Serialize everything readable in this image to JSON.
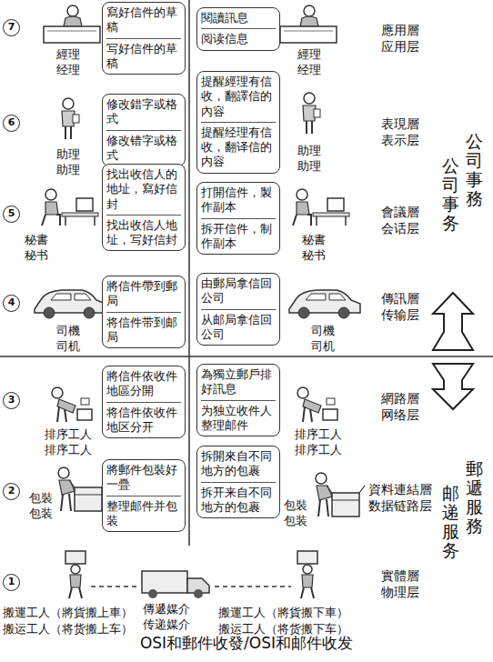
{
  "diagram": {
    "caption": "OSI和郵件收發/OSI和邮件收发",
    "nodes": [
      {
        "text": [
          "寫好信件的草稿",
          "写好信件的草稿"
        ]
      },
      {
        "text": [
          "閱讀訊息",
          "阅读信息"
        ]
      },
      {
        "text": [
          "修改錯字或格式",
          "修改错字或格式"
        ]
      },
      {
        "text": [
          "提醒經理有信收，翻譯信的內容",
          "提醒经理有信收，翻译信的内容"
        ]
      },
      {
        "text": [
          "找出收信人的地址，寫好信封",
          "找出收信人地址，写好信封"
        ]
      },
      {
        "text": [
          "打開信件，製作副本",
          "拆开信件，制作副本"
        ]
      },
      {
        "text": [
          "將信件帶到郵局",
          "将信件带到邮局"
        ]
      },
      {
        "text": [
          "由郵局拿信回公司",
          "从邮局拿信回公司"
        ]
      },
      {
        "text": [
          "將信件依收件地區分開",
          "将信件依收件地区分开"
        ]
      },
      {
        "text": [
          "為獨立郵戶排好訊息",
          "为独立收件人整理邮件"
        ]
      },
      {
        "text": [
          "將郵件包裝好一疊",
          "整理邮件并包装"
        ]
      },
      {
        "text": [
          "拆開來自不同地方的包裹",
          "拆开来自不同地方的包裹"
        ]
      }
    ],
    "labels": [
      "7",
      "經理",
      "经理",
      "經理",
      "经理",
      "應用層",
      "应用层",
      "6",
      "助理",
      "助理",
      "助理",
      "助理",
      "表現層",
      "表示层",
      "公司事務",
      "公司事务",
      "5",
      "秘書",
      "秘书",
      "秘書",
      "秘书",
      "會議層",
      "会话层",
      "4",
      "司機",
      "司机",
      "司機",
      "司机",
      "傳訊層",
      "传输层",
      "3",
      "排序工人",
      "排序工人",
      "排序工人",
      "排序工人",
      "網路層",
      "网络层",
      "2",
      "包裝",
      "包装",
      "包裝",
      "包装",
      "資料連結層",
      "数据链路层",
      "郵遞服務",
      "邮递服务",
      "1",
      "搬運工人（將貨搬上車）",
      "搬运工人（将货搬上车）",
      "傳遞媒介",
      "传递媒介",
      "搬運工人（將貨搬下車）",
      "搬运工人（将货搬下车）",
      "實體層",
      "物理层"
    ]
  }
}
